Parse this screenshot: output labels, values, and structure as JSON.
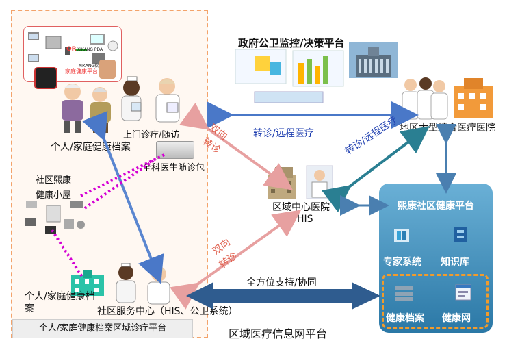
{
  "labels": {
    "gov_platform": "政府公卫监控/决策平台",
    "regional_hospital": "地区大型综合医疗医院",
    "referral_remote_top": "转诊/远程医疗",
    "referral_remote_diag": "转诊/远程医疗",
    "bidirectional_top_1": "双向",
    "bidirectional_top_2": "转诊",
    "bidirectional_bottom_1": "双向",
    "bidirectional_bottom_2": "转诊",
    "home_visit": "上门诊疗/随访",
    "personal_archive_top": "个人/家庭健康档案",
    "gp_kit": "全科医生随诊包",
    "community_hut_1": "社区熙康",
    "community_hut_2": "健康小屋",
    "regional_center_1": "区域中心医院",
    "regional_center_2": "HIS",
    "personal_archive_bottom_1": "个人/家庭健康档",
    "personal_archive_bottom_2": "案",
    "community_service": "社区服务中心（HIS、公卫系统）",
    "bottom_bar": "个人/家庭健康档案区域诊疗平台",
    "full_support": "全方位支持/协同",
    "network_platform": "区域医疗信息网平台",
    "xikang_platform": "熙康社区健康平台",
    "expert_system": "专家系统",
    "knowledge_base": "知识库",
    "health_archive": "健康档案",
    "health_network": "健康网",
    "inset_or": "OR",
    "inset_xikang_pda": "XIKANG PDA",
    "inset_xikang_sw": "XIKANG软件",
    "inset_platform": "家庭健康平台"
  },
  "colors": {
    "blue_arrow": "#4a78c8",
    "pink_arrow": "#e7a0a0",
    "teal_arrow": "#2a7f92",
    "dark_blue_arrow": "#2f5c8f",
    "magenta_dots": "#d400d4",
    "cloud": "#3e8dbf",
    "archive_border": "#f19b2c",
    "left_frame": "#f3a36b"
  },
  "icons": [
    "computer-icon",
    "nurse-icon",
    "doctor-icon",
    "elderly-couple-icon",
    "hospital-building-icon",
    "government-building-icon",
    "chart-icon",
    "medical-device-icon",
    "server-icon",
    "database-icon",
    "web-page-icon",
    "health-hut-icon"
  ]
}
